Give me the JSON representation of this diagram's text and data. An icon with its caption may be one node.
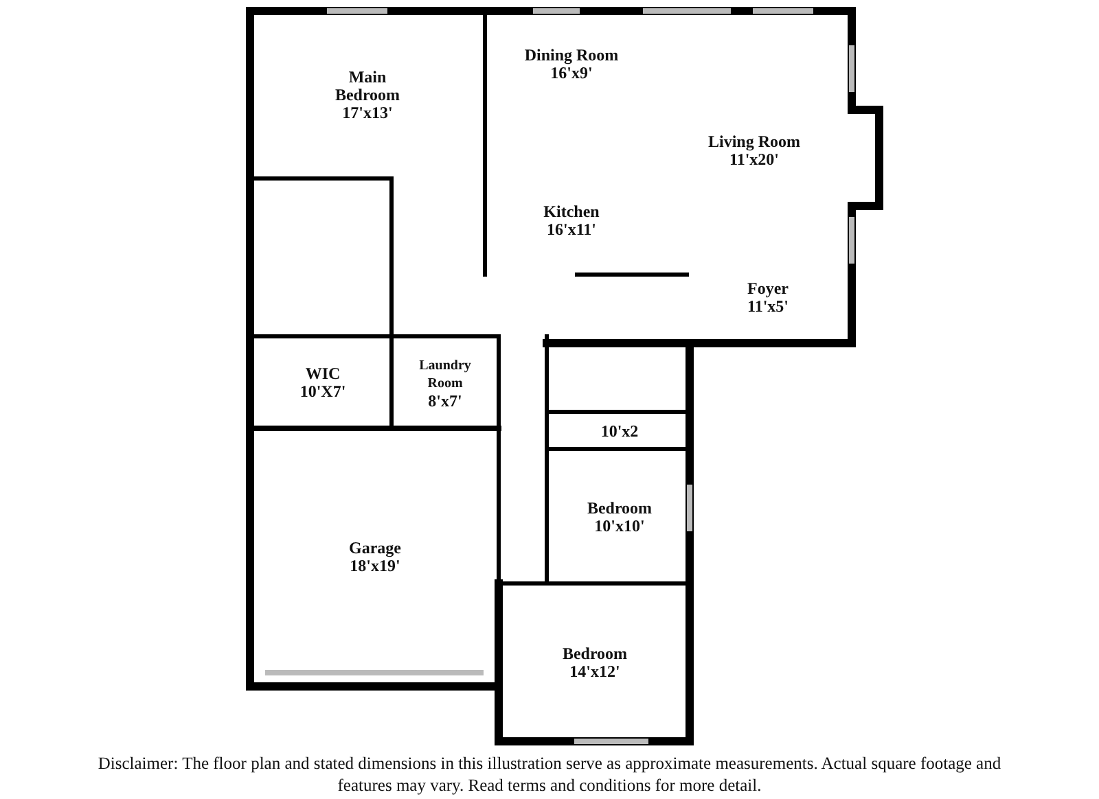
{
  "diagram": {
    "caption": "Disclaimer: The floor plan and stated dimensions in this illustration serve as approximate measurements. Actual square footage and features may vary. Read terms and conditions for more detail.",
    "nodes": [
      {
        "text": [
          "Main Bedroom",
          "17'x13'"
        ]
      },
      {
        "text": [
          "Dining Room",
          "16'x9'"
        ]
      },
      {
        "text": [
          "Living Room",
          "11'x20'"
        ]
      },
      {
        "text": [
          "Kitchen",
          "16'x11'"
        ]
      },
      {
        "text": [
          "Foyer",
          "11'x5'"
        ]
      },
      {
        "text": [
          "WIC",
          "10'X7'"
        ]
      },
      {
        "text": [
          "Laundry Room",
          "8'x7'"
        ]
      },
      {
        "text": [
          "10'x2"
        ]
      },
      {
        "text": [
          "Garage",
          "18'x19'"
        ]
      },
      {
        "text": [
          "Bedroom",
          "10'x10'"
        ]
      },
      {
        "text": [
          "Bedroom",
          "14'x12'"
        ]
      }
    ]
  }
}
